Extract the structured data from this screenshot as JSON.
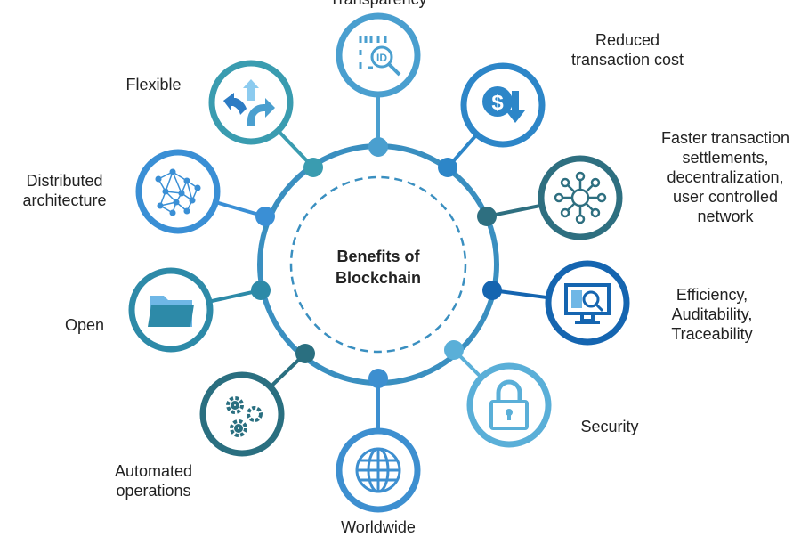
{
  "title": "Benefits of Blockchain",
  "title_lines": [
    "Benefits of",
    "Blockchain"
  ],
  "nodes": [
    {
      "label": "Transparency",
      "icon": "id-search-icon",
      "color": "#4a9fcf"
    },
    {
      "label": "Reduced transaction cost",
      "lines": [
        "Reduced",
        "transaction cost"
      ],
      "icon": "dollar-down-icon",
      "color": "#2d86c8"
    },
    {
      "label": "Faster transaction settlements, decentralization, user controlled network",
      "lines": [
        "Faster transaction",
        "settlements,",
        "decentralization,",
        "user controlled",
        "network"
      ],
      "icon": "network-hub-icon",
      "color": "#2e6f80"
    },
    {
      "label": "Efficiency, Auditability, Traceability",
      "lines": [
        "Efficiency,",
        "Auditability,",
        "Traceability"
      ],
      "icon": "monitor-search-icon",
      "color": "#1565b0"
    },
    {
      "label": "Security",
      "icon": "padlock-icon",
      "color": "#5aafd8"
    },
    {
      "label": "Worldwide",
      "icon": "globe-icon",
      "color": "#3d8fd0"
    },
    {
      "label": "Automated operations",
      "lines": [
        "Automated",
        "operations"
      ],
      "icon": "gears-icon",
      "color": "#2a6f80"
    },
    {
      "label": "Open",
      "icon": "folder-icon",
      "color": "#2d8aa8"
    },
    {
      "label": "Distributed architecture",
      "lines": [
        "Distributed",
        "architecture"
      ],
      "icon": "mesh-network-icon",
      "color": "#3a8fd5"
    },
    {
      "label": "Flexible",
      "icon": "split-arrows-icon",
      "color": "#3a9cb0"
    }
  ],
  "ring_color": "#3a8fc0"
}
